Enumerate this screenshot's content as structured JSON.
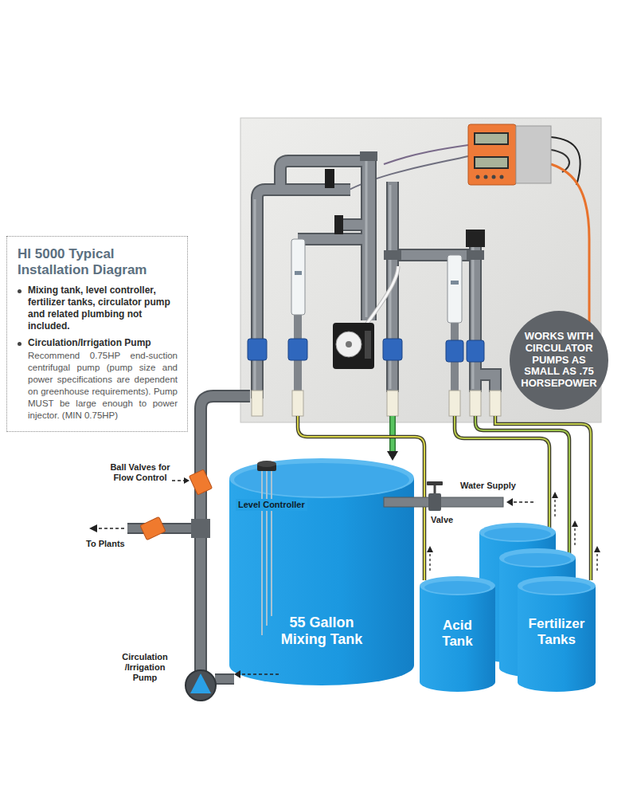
{
  "diagram": {
    "nodes": [
      {
        "text": [
          "HI 5000 Typical Installation Diagram",
          "Mixing tank, level controller, fertilizer tanks, circulator pump and related plumbing not included.",
          "Circulation/Irrigation Pump",
          "Recommend 0.75HP end-suction centrifugal pump (pump size and power specifications are dependent on greenhouse requirements). Pump MUST be large enough to power injector. (MIN 0.75HP)"
        ]
      },
      {
        "text": [
          "WORKS WITH CIRCULATOR PUMPS AS SMALL AS .75 HORSEPOWER"
        ]
      },
      {
        "text": [
          "55 Gallon Mixing Tank"
        ]
      },
      {
        "text": [
          "Acid Tank"
        ]
      },
      {
        "text": [
          "Fertilizer Tanks"
        ]
      }
    ],
    "labels": [
      "Ball Valves for Flow Control",
      "Level Controller",
      "Water Supply",
      "Valve",
      "To Plants",
      "Circulation /Irrigation Pump"
    ]
  }
}
